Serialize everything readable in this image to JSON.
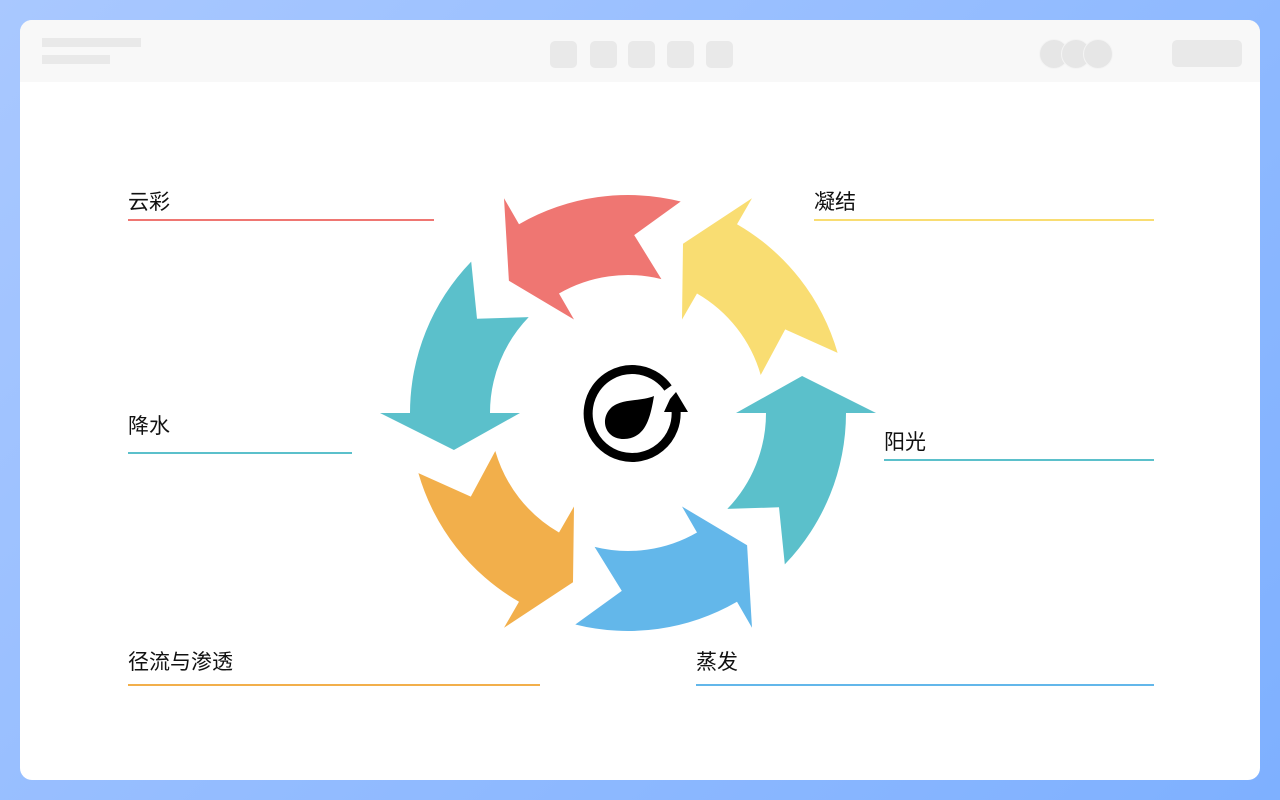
{
  "diagram": {
    "center_icon": "water-cycle-icon",
    "stages": [
      {
        "id": "sunlight",
        "label": "阳光",
        "color": "#5BC0CB"
      },
      {
        "id": "condensation",
        "label": "凝结",
        "color": "#F9DD72"
      },
      {
        "id": "clouds",
        "label": "云彩",
        "color": "#EF7672"
      },
      {
        "id": "precipitation",
        "label": "降水",
        "color": "#5BC0CB"
      },
      {
        "id": "runoff",
        "label": "径流与渗透",
        "color": "#F2AF4B"
      },
      {
        "id": "evaporation",
        "label": "蒸发",
        "color": "#63B7EA"
      }
    ]
  }
}
